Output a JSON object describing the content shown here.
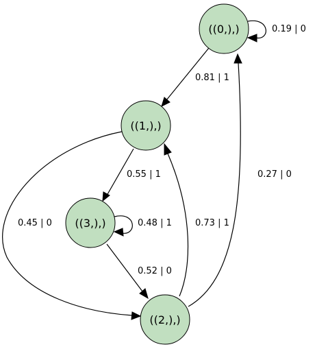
{
  "colors": {
    "node_fill": "#c1dfc0",
    "stroke": "#000000",
    "background": "#ffffff"
  },
  "nodes": [
    {
      "id": "n0",
      "label": "((0,),)"
    },
    {
      "id": "n1",
      "label": "((1,),)"
    },
    {
      "id": "n3",
      "label": "((3,),)"
    },
    {
      "id": "n2",
      "label": "((2,),)"
    }
  ],
  "edges": [
    {
      "from": "n0",
      "to": "n0",
      "label": "0.19 | 0"
    },
    {
      "from": "n0",
      "to": "n1",
      "label": "0.81 | 1"
    },
    {
      "from": "n1",
      "to": "n3",
      "label": "0.55 | 1"
    },
    {
      "from": "n1",
      "to": "n2",
      "label": "0.45 | 0"
    },
    {
      "from": "n3",
      "to": "n3",
      "label": "0.48 | 1"
    },
    {
      "from": "n3",
      "to": "n2",
      "label": "0.52 | 0"
    },
    {
      "from": "n2",
      "to": "n1",
      "label": "0.73 | 1"
    },
    {
      "from": "n2",
      "to": "n0",
      "label": "0.27 | 0"
    }
  ]
}
